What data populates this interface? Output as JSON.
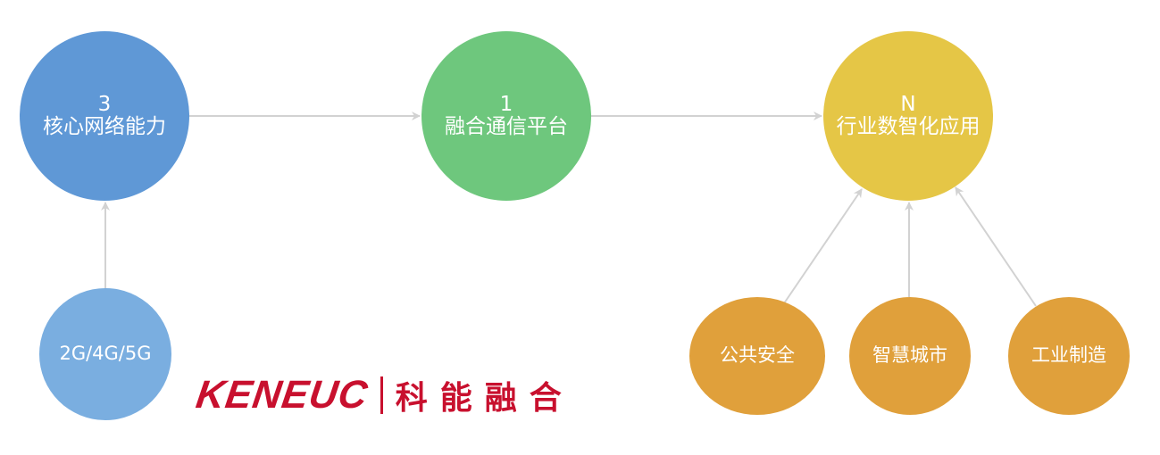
{
  "colors": {
    "core": "#5f98d6",
    "platform": "#6ec77d",
    "apps": "#e5c646",
    "network": "#7aaee0",
    "industry": "#e0a03b",
    "arrow": "#d2d2d2",
    "brand": "#c8102e"
  },
  "nodes": {
    "core": {
      "number": "3",
      "label": "核心网络能力"
    },
    "platform": {
      "number": "1",
      "label": "融合通信平台"
    },
    "apps": {
      "number": "N",
      "label": "行业数智化应用"
    },
    "network": {
      "label": "2G/4G/5G"
    },
    "public_safety": {
      "label": "公共安全"
    },
    "smart_city": {
      "label": "智慧城市"
    },
    "manufacturing": {
      "label": "工业制造"
    }
  },
  "logo": {
    "en": "KENEUC",
    "cn": "科能融合"
  }
}
